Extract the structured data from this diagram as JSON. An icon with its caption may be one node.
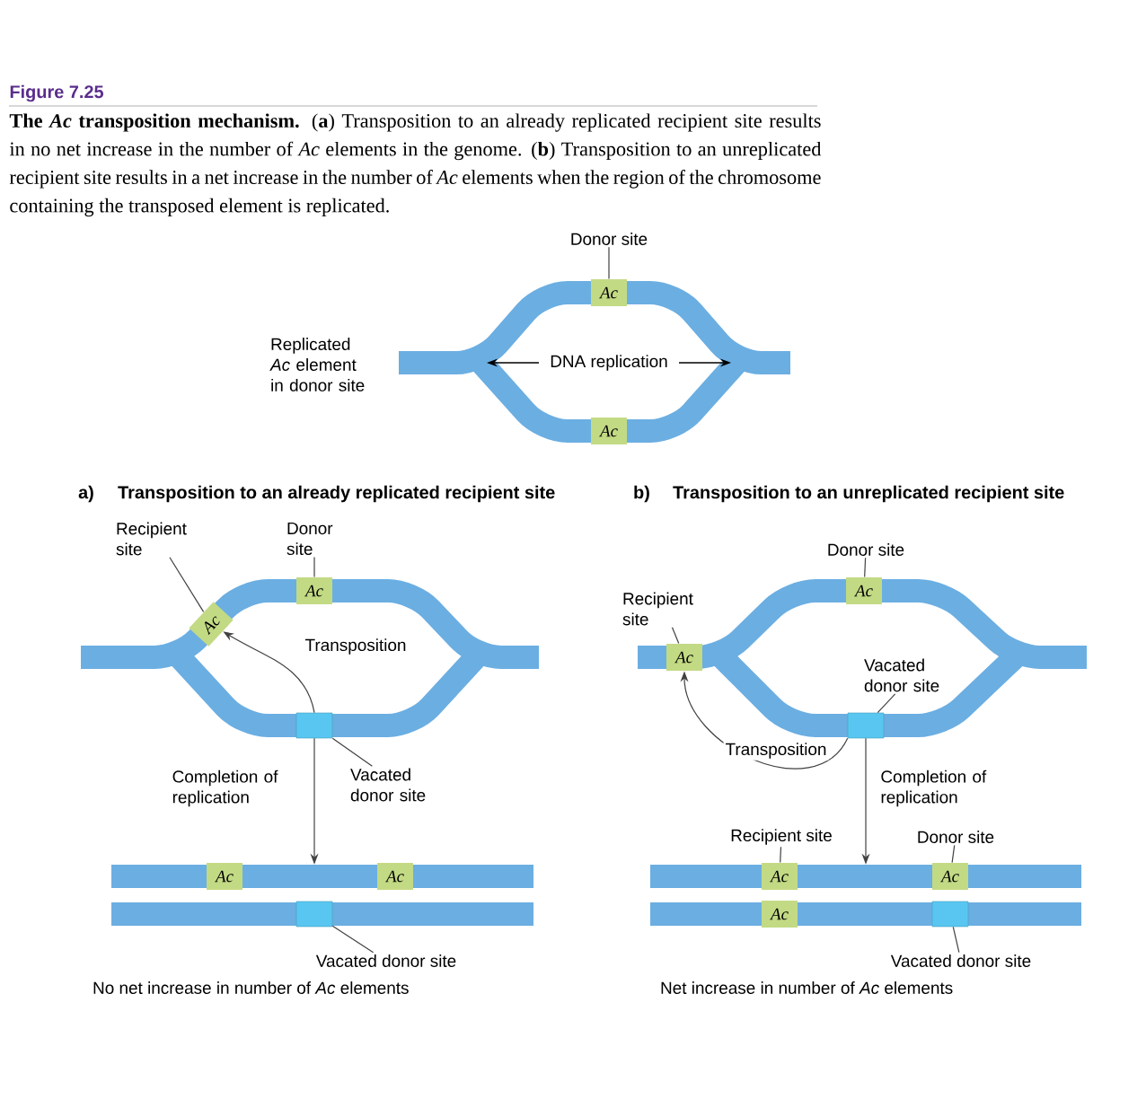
{
  "diagram": {
    "title": "Figure 7.25",
    "caption": "**The *Ac* transposition mechanism.** (**a**) Transposition to an already replicated recipient site results in no net increase in the number of *Ac* elements in the genome. (**b**) Transposition to an unreplicated recipient site results in a net increase in the number of *Ac* elements when the region of the chromosome containing the transposed element is replicated.",
    "nodes": [
      {
        "text": [
          "Donor site"
        ]
      },
      {
        "text": [
          "Ac"
        ]
      },
      {
        "text": [
          "Ac"
        ]
      },
      {
        "text": [
          "Recipient site"
        ]
      },
      {
        "text": [
          "Donor site"
        ]
      },
      {
        "text": [
          "Ac"
        ]
      },
      {
        "text": [
          "Ac"
        ]
      },
      {
        "text": [],
        "shape": "box"
      },
      {
        "text": [
          "Vacated donor site"
        ]
      },
      {
        "text": [
          "Ac"
        ],
        "in": 26
      },
      {
        "text": [
          "Ac"
        ],
        "in": 26
      },
      {
        "text": [],
        "shape": "box"
      },
      {
        "text": [
          "Vacated donor site"
        ]
      },
      {
        "text": [
          "Donor site"
        ]
      },
      {
        "text": [
          "Recipient site"
        ]
      },
      {
        "text": [
          "Ac"
        ]
      },
      {
        "text": [
          "Ac"
        ]
      },
      {
        "text": [
          "Vacated donor site"
        ]
      },
      {
        "text": [],
        "shape": "box"
      },
      {
        "text": [
          "Recipient site"
        ]
      },
      {
        "text": [
          "Donor site"
        ]
      },
      {
        "text": [
          "Ac"
        ],
        "in": 27
      },
      {
        "text": [
          "Ac"
        ],
        "in": 27
      },
      {
        "text": [
          "Ac"
        ]
      },
      {
        "text": [],
        "shape": "box"
      },
      {
        "text": [
          "Vacated donor site"
        ]
      },
      {
        "text": [],
        "shape": "bar"
      },
      {
        "text": [],
        "shape": "bar"
      }
    ],
    "edges": [
      {
        "from": 0,
        "to": 1,
        "arrow": "none"
      },
      {
        "from": 3,
        "to": 5,
        "arrow": "none"
      },
      {
        "from": 4,
        "to": 6,
        "arrow": "none"
      },
      {
        "from": 7,
        "to": 5,
        "arrow": "to",
        "label": "Transposition"
      },
      {
        "from": 7,
        "to": 26,
        "arrow": "to",
        "label": "Completion of replication"
      },
      {
        "from": 8,
        "to": 7,
        "arrow": "none"
      },
      {
        "from": 12,
        "to": 11,
        "arrow": "none"
      },
      {
        "from": 13,
        "to": 16,
        "arrow": "none"
      },
      {
        "from": 14,
        "to": 15,
        "arrow": "none"
      },
      {
        "from": 17,
        "to": 18,
        "arrow": "none"
      },
      {
        "from": 18,
        "to": 15,
        "arrow": "to",
        "label": "Transposition"
      },
      {
        "from": 18,
        "to": 27,
        "arrow": "to",
        "label": "Completion of replication"
      },
      {
        "from": 19,
        "to": 21,
        "arrow": "none"
      },
      {
        "from": 20,
        "to": 22,
        "arrow": "none"
      },
      {
        "from": 25,
        "to": 24,
        "arrow": "none"
      }
    ],
    "labels": [
      "Replicated *Ac* element in donor site",
      "DNA replication",
      "a)",
      "Transposition to an already replicated recipient site",
      "b)",
      "Transposition to an unreplicated recipient site",
      "No net increase in number of *Ac* elements",
      "Net increase in number of *Ac* elements"
    ]
  }
}
